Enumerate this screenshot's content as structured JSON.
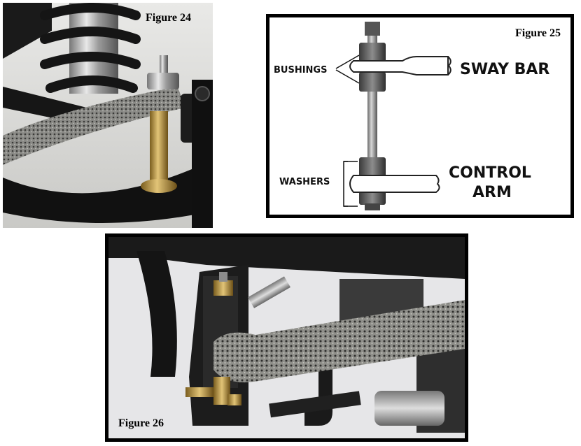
{
  "figures": {
    "fig24": {
      "label": "Figure 24"
    },
    "fig25": {
      "label": "Figure 25",
      "callouts": {
        "bushings": "BUSHINGS",
        "sway_bar": "SWAY BAR",
        "washers": "WASHERS",
        "control_arm_line1": "CONTROL",
        "control_arm_line2": "ARM"
      }
    },
    "fig26": {
      "label": "Figure 26"
    }
  }
}
